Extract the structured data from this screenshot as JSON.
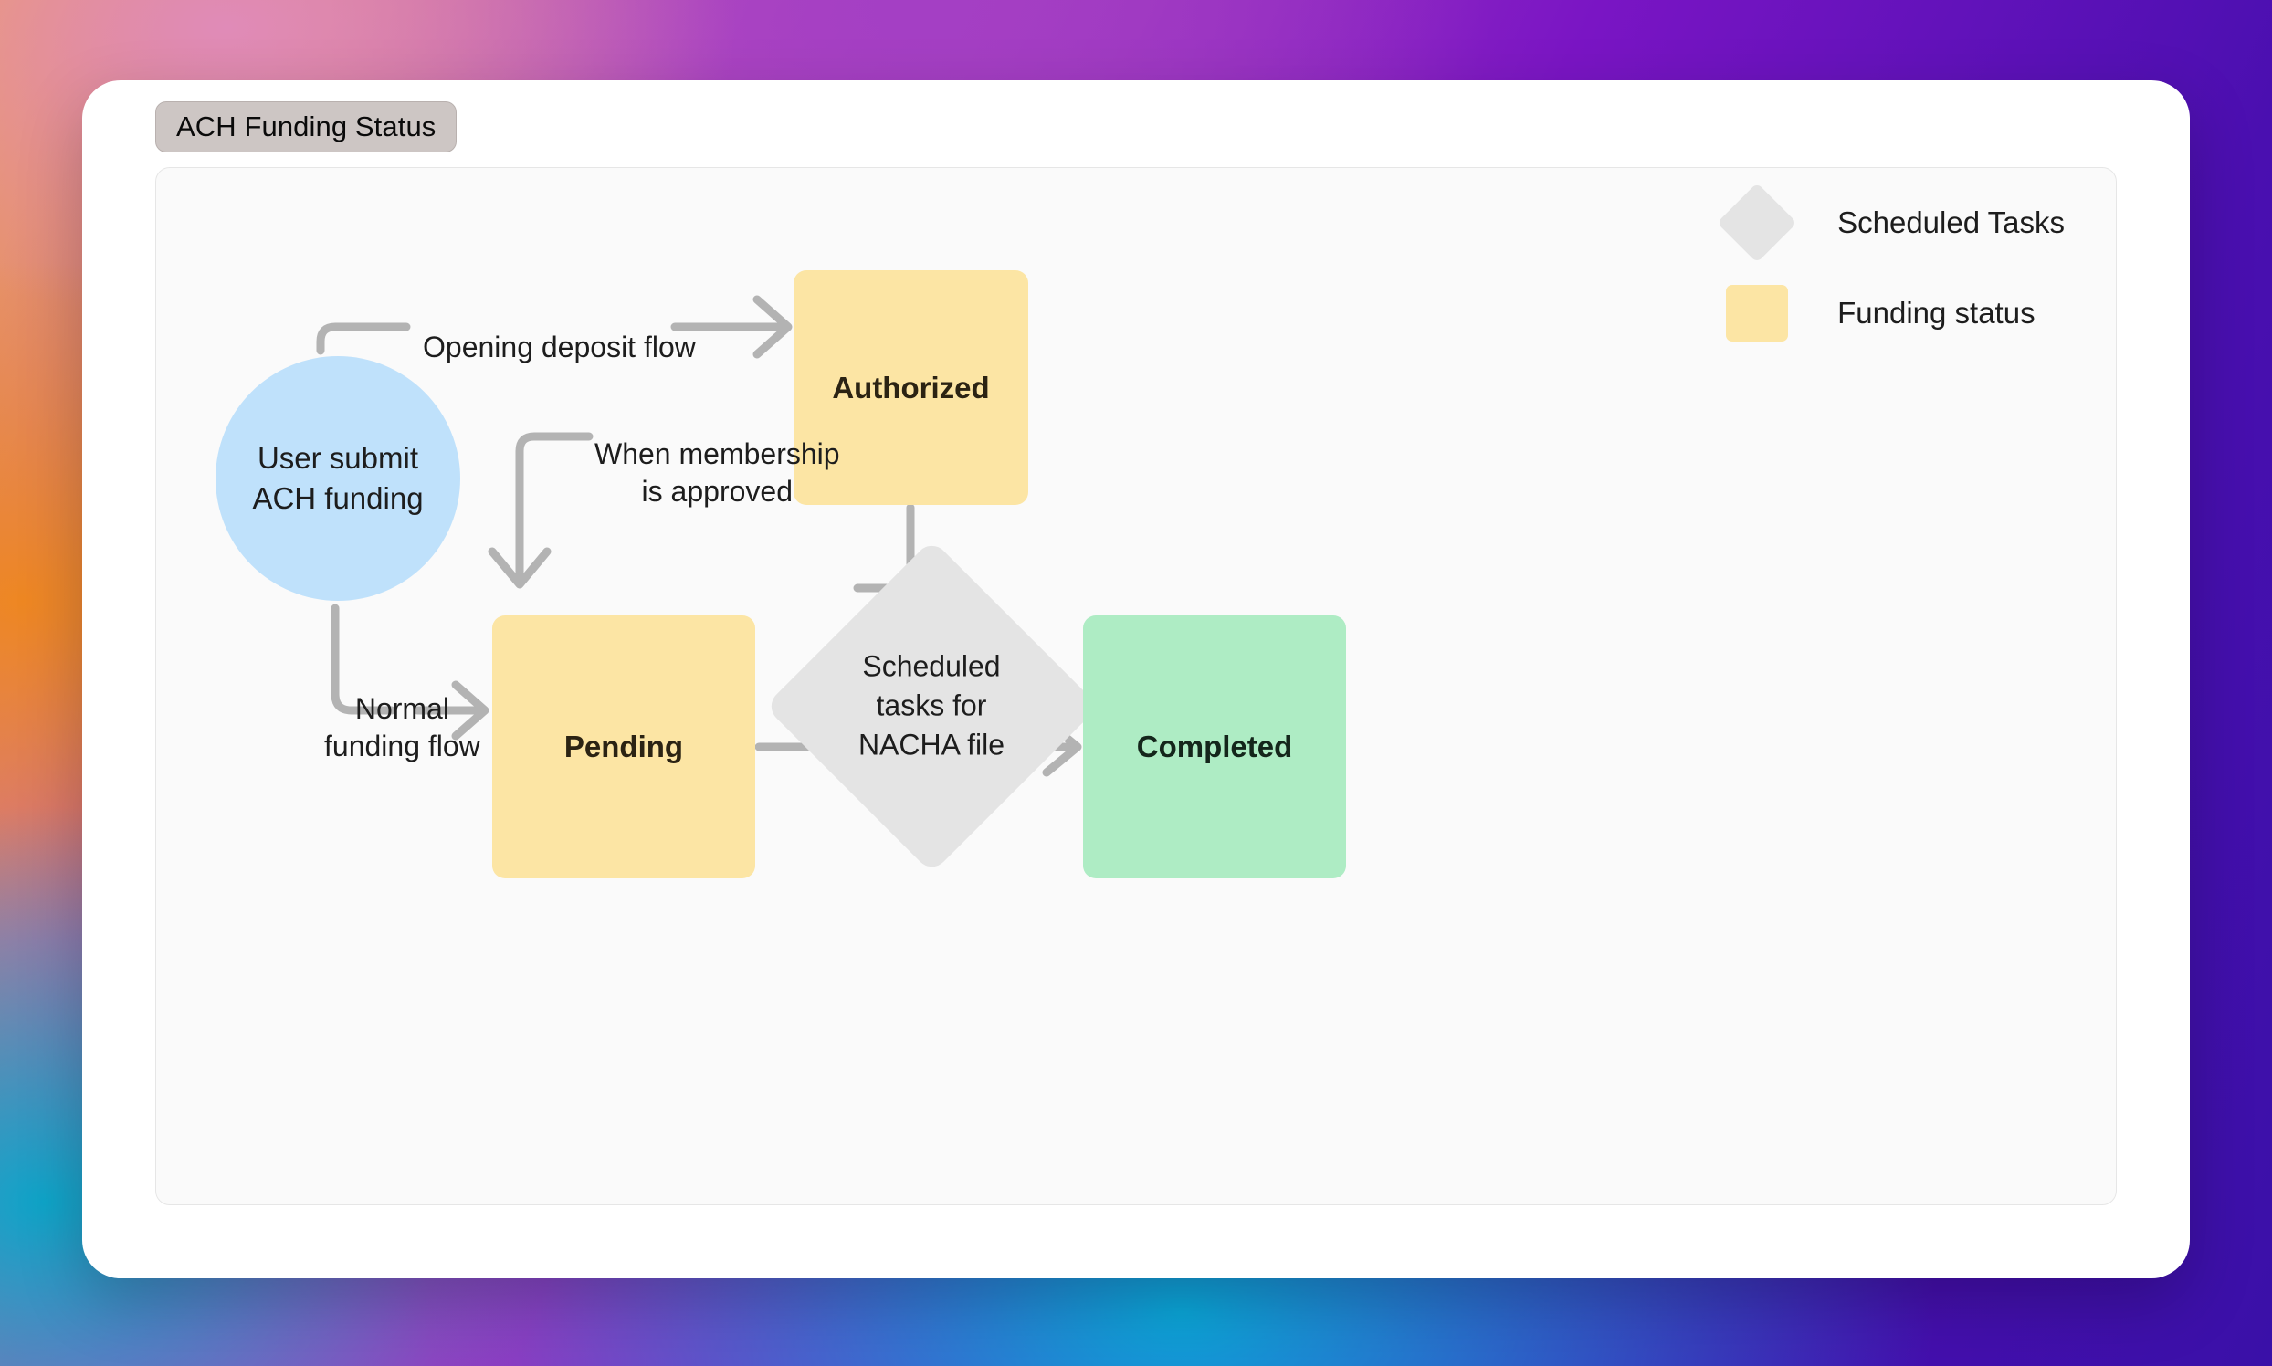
{
  "window": {
    "title": "ACH Funding Status"
  },
  "legend": {
    "items": [
      {
        "shape": "diamond",
        "label": "Scheduled Tasks",
        "color": "#e4e4e4"
      },
      {
        "shape": "square",
        "label": "Funding status",
        "color": "#fce5a4"
      }
    ]
  },
  "diagram": {
    "type": "flowchart",
    "nodes": [
      {
        "id": "user-submit",
        "shape": "circle",
        "label_lines": [
          "User submit",
          "ACH funding"
        ],
        "color": "#bfe1fb",
        "bold": false
      },
      {
        "id": "authorized",
        "shape": "rounded-rect",
        "label_lines": [
          "Authorized"
        ],
        "color": "#fce5a4",
        "bold": true
      },
      {
        "id": "pending",
        "shape": "rounded-rect",
        "label_lines": [
          "Pending"
        ],
        "color": "#fce5a4",
        "bold": true
      },
      {
        "id": "scheduled-tasks",
        "shape": "diamond",
        "label_lines": [
          "Scheduled",
          "tasks for",
          "NACHA file"
        ],
        "color": "#e4e4e4",
        "bold": false
      },
      {
        "id": "completed",
        "shape": "rounded-rect",
        "label_lines": [
          "Completed"
        ],
        "color": "#aeecc4",
        "bold": true
      }
    ],
    "edges": [
      {
        "from": "user-submit",
        "to": "authorized",
        "label_lines": [
          "Opening deposit flow"
        ]
      },
      {
        "from": "authorized",
        "to": "pending",
        "label_lines": [
          "When membership",
          "is approved"
        ]
      },
      {
        "from": "user-submit",
        "to": "pending",
        "label_lines": [
          "Normal",
          "funding flow"
        ]
      },
      {
        "from": "pending",
        "to": "scheduled-tasks",
        "label_lines": []
      },
      {
        "from": "scheduled-tasks",
        "to": "completed",
        "label_lines": []
      }
    ],
    "edge_color": "#b3b3b3"
  },
  "labels": {
    "node_user_submit_l1": "User submit",
    "node_user_submit_l2": "ACH funding",
    "node_authorized": "Authorized",
    "node_pending": "Pending",
    "node_completed": "Completed",
    "node_diamond_l1": "Scheduled",
    "node_diamond_l2": "tasks for",
    "node_diamond_l3": "NACHA file",
    "edge_opening": "Opening deposit flow",
    "edge_membership_l1": "When membership",
    "edge_membership_l2": "is approved",
    "edge_normal_l1": "Normal",
    "edge_normal_l2": "funding flow",
    "legend_scheduled": "Scheduled Tasks",
    "legend_funding": "Funding status"
  }
}
